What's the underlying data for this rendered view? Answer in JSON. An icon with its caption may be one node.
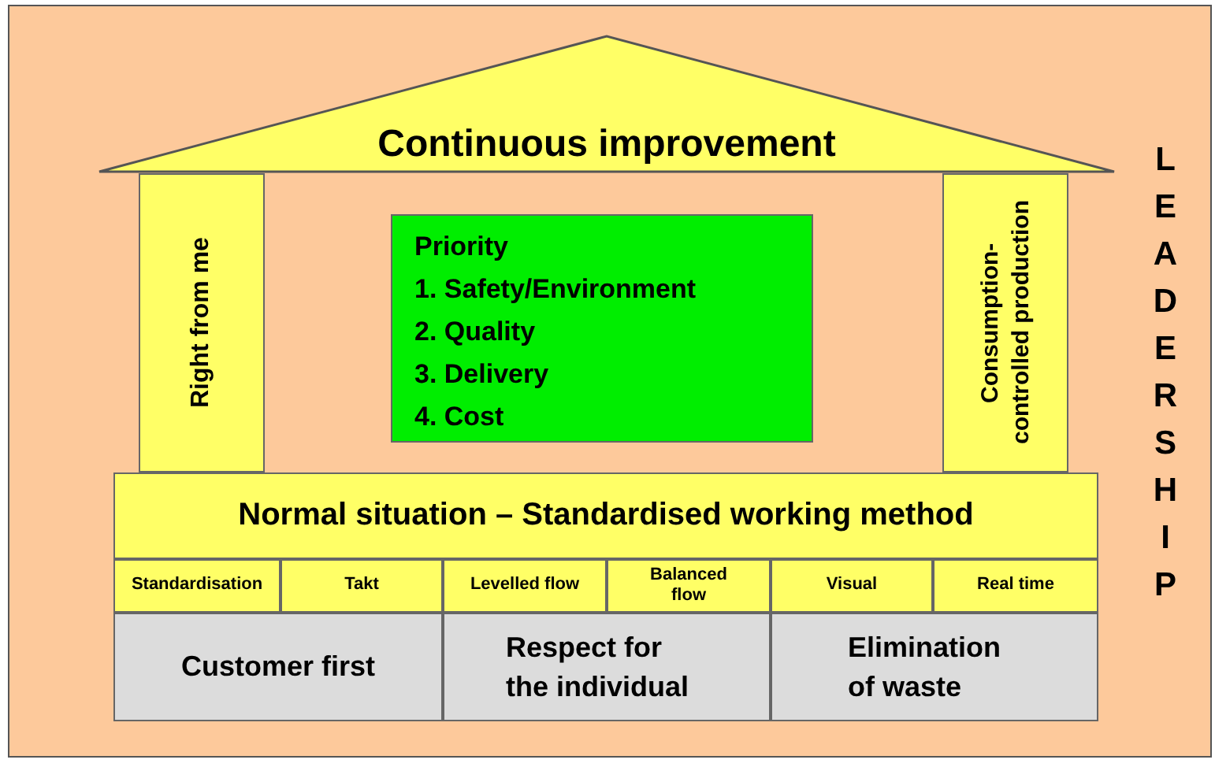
{
  "diagram": {
    "nodes": [
      {
        "text": [
          "Continuous improvement"
        ]
      },
      {
        "text": [
          "Right from me"
        ]
      },
      {
        "text": [
          "Priority",
          "1. Safety/Environment",
          "2. Quality",
          "3. Delivery",
          "4. Cost"
        ]
      },
      {
        "text": [
          "Consumption- controlled production"
        ]
      },
      {
        "text": [
          "Normal situation – Standardised working method"
        ]
      },
      {
        "text": [
          "Standardisation"
        ]
      },
      {
        "text": [
          "Takt"
        ]
      },
      {
        "text": [
          "Levelled flow"
        ]
      },
      {
        "text": [
          "Balanced flow"
        ]
      },
      {
        "text": [
          "Visual"
        ]
      },
      {
        "text": [
          "Real time"
        ]
      },
      {
        "text": [
          "Customer first"
        ]
      },
      {
        "text": [
          "Respect for the individual"
        ]
      },
      {
        "text": [
          "Elimination of waste"
        ]
      }
    ],
    "edges": [],
    "labels": [
      "LEADERSHIP"
    ]
  }
}
